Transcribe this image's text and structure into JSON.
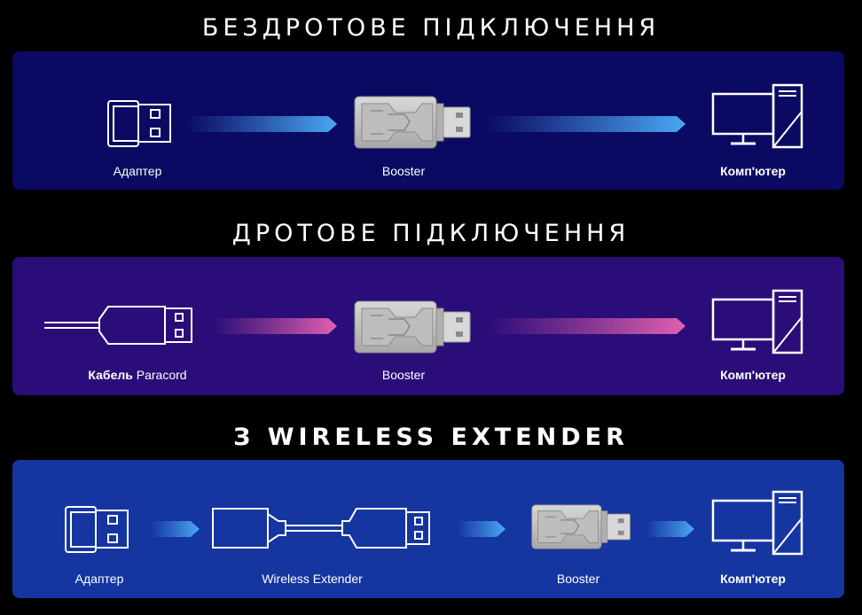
{
  "sections": [
    {
      "title": "БЕЗДРОТОВЕ ПІДКЛЮЧЕННЯ",
      "labels": {
        "source": "Адаптер",
        "booster": "Booster",
        "computer": "Комп'ютер"
      }
    },
    {
      "title": "ДРОТОВЕ ПІДКЛЮЧЕННЯ",
      "labels": {
        "source_bold": "Кабель",
        "source_rest": " Paracord",
        "booster": "Booster",
        "computer": "Комп'ютер"
      }
    },
    {
      "title": "З WIRELESS EXTENDER",
      "labels": {
        "source": "Адаптер",
        "extender": "Wireless Extender",
        "booster": "Booster",
        "computer": "Комп'ютер"
      }
    }
  ],
  "colors": {
    "panel1": "#0a0a62",
    "panel2": "#2a0d78",
    "panel3": "#1535a0",
    "arrow_blue": "#4aa0f0",
    "arrow_pink": "#d85aa8"
  }
}
